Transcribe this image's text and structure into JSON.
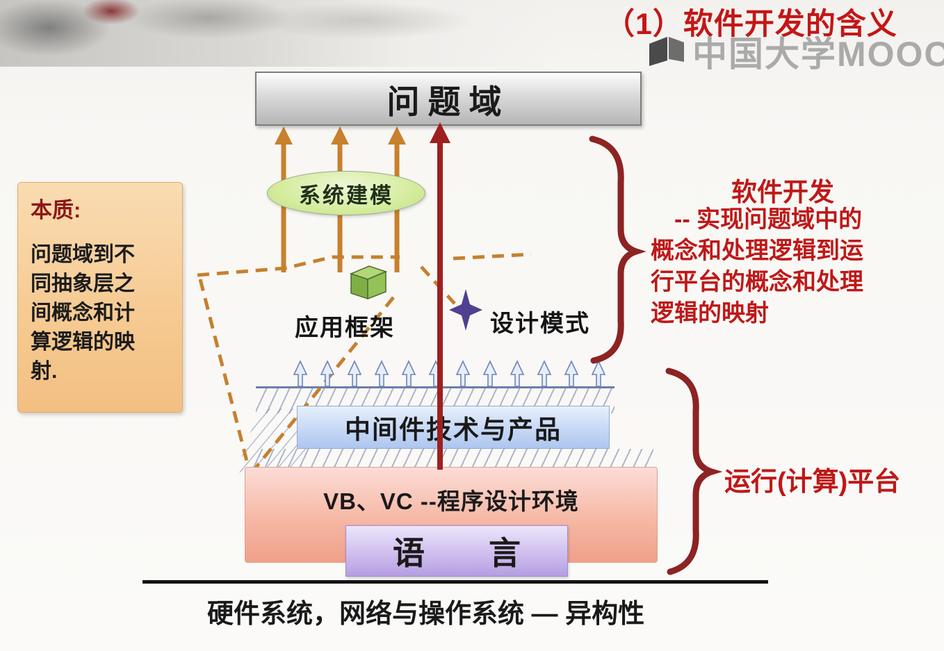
{
  "header": {
    "title": "（1）软件开发的含义",
    "watermark": "中国大学MOOC"
  },
  "diagram": {
    "problem_domain": "问题域",
    "system_modeling": "系统建模",
    "app_framework": "应用框架",
    "design_pattern": "设计模式",
    "middleware": "中间件技术与产品",
    "programming_env": "VB、VC  --程序设计环境",
    "language": "语　　言",
    "hardware_line": "硬件系统，网络与操作系统 — 异构性"
  },
  "left_note": {
    "title": "本质:",
    "body": "问题域到不同抽象层之间概念和计算逻辑的映射."
  },
  "right_notes": {
    "software_dev_title": "软件开发",
    "software_dev_lines": [
      "-- 实现问题域中的",
      "概念和处理逻辑到运",
      "行平台的概念和处理",
      "逻辑的映射"
    ],
    "platform": "运行(计算)平台"
  },
  "colors": {
    "title_red": "#c41616",
    "annotation_red": "#bf1818",
    "brace_red": "#8d2323",
    "arrow_orange": "#c8802d",
    "main_arrow_red": "#9e2020",
    "note_box_orange": "#f6cb93",
    "problem_box_gray": "#c9c9c9",
    "middleware_blue": "#c6d8f5",
    "env_pink": "#f6b8a5",
    "language_purple": "#cdbbec",
    "modeling_green": "#d5ec9e"
  }
}
